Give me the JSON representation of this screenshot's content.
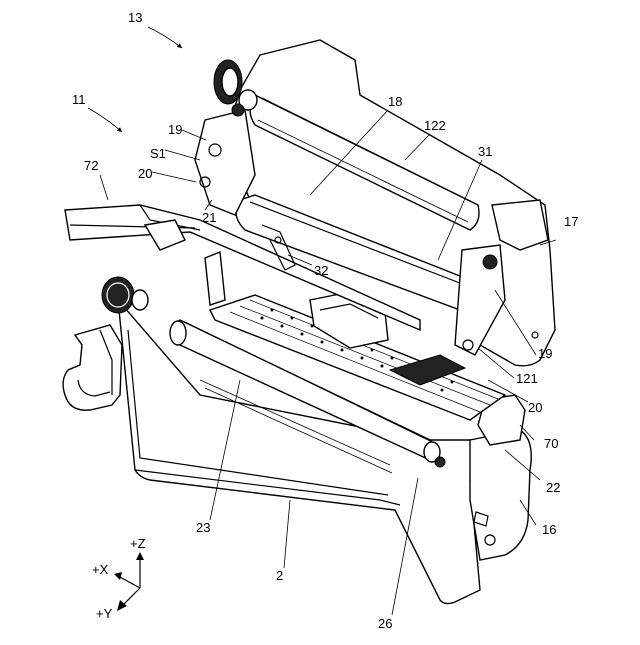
{
  "labels": {
    "l13": "13",
    "l11": "11",
    "l19a": "19",
    "lS1": "S1",
    "l72": "72",
    "l20a": "20",
    "l21": "21",
    "l18": "18",
    "l122": "122",
    "l31": "31",
    "l17": "17",
    "l32": "32",
    "l19b": "19",
    "l121": "121",
    "l20b": "20",
    "l70": "70",
    "l22": "22",
    "l16": "16",
    "l23": "23",
    "l2": "2",
    "l26": "26"
  },
  "axes": {
    "z": "+Z",
    "x": "+X",
    "y": "+Y"
  }
}
